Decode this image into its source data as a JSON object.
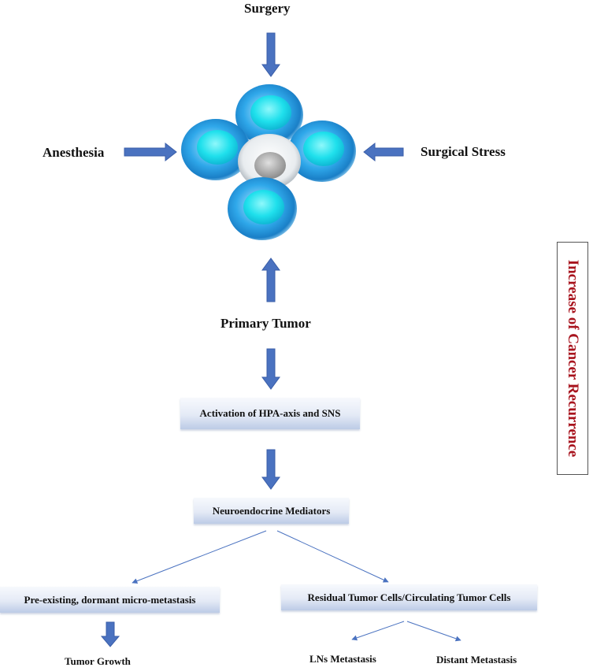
{
  "inputs": {
    "top": "Surgery",
    "left": "Anesthesia",
    "right": "Surgical Stress",
    "bottom": "Primary Tumor"
  },
  "flow": {
    "step1": "Activation of HPA-axis and SNS",
    "step2": "Neuroendocrine Mediators"
  },
  "branches": {
    "left": "Pre-existing, dormant micro-metastasis",
    "right": "Residual Tumor Cells/Circulating Tumor Cells"
  },
  "outcomes": {
    "left": "Tumor Growth",
    "right_a": "LNs Metastasis",
    "right_b": "Distant Metastasis"
  },
  "side_label": "Increase of Cancer Recurrence",
  "colors": {
    "block_arrow": "#4a72c0",
    "thin_arrow": "#4a72c0",
    "cell_outer": "#2b9fe4",
    "cell_nucleus": "#22e4ee",
    "side_text": "#a8141e"
  }
}
